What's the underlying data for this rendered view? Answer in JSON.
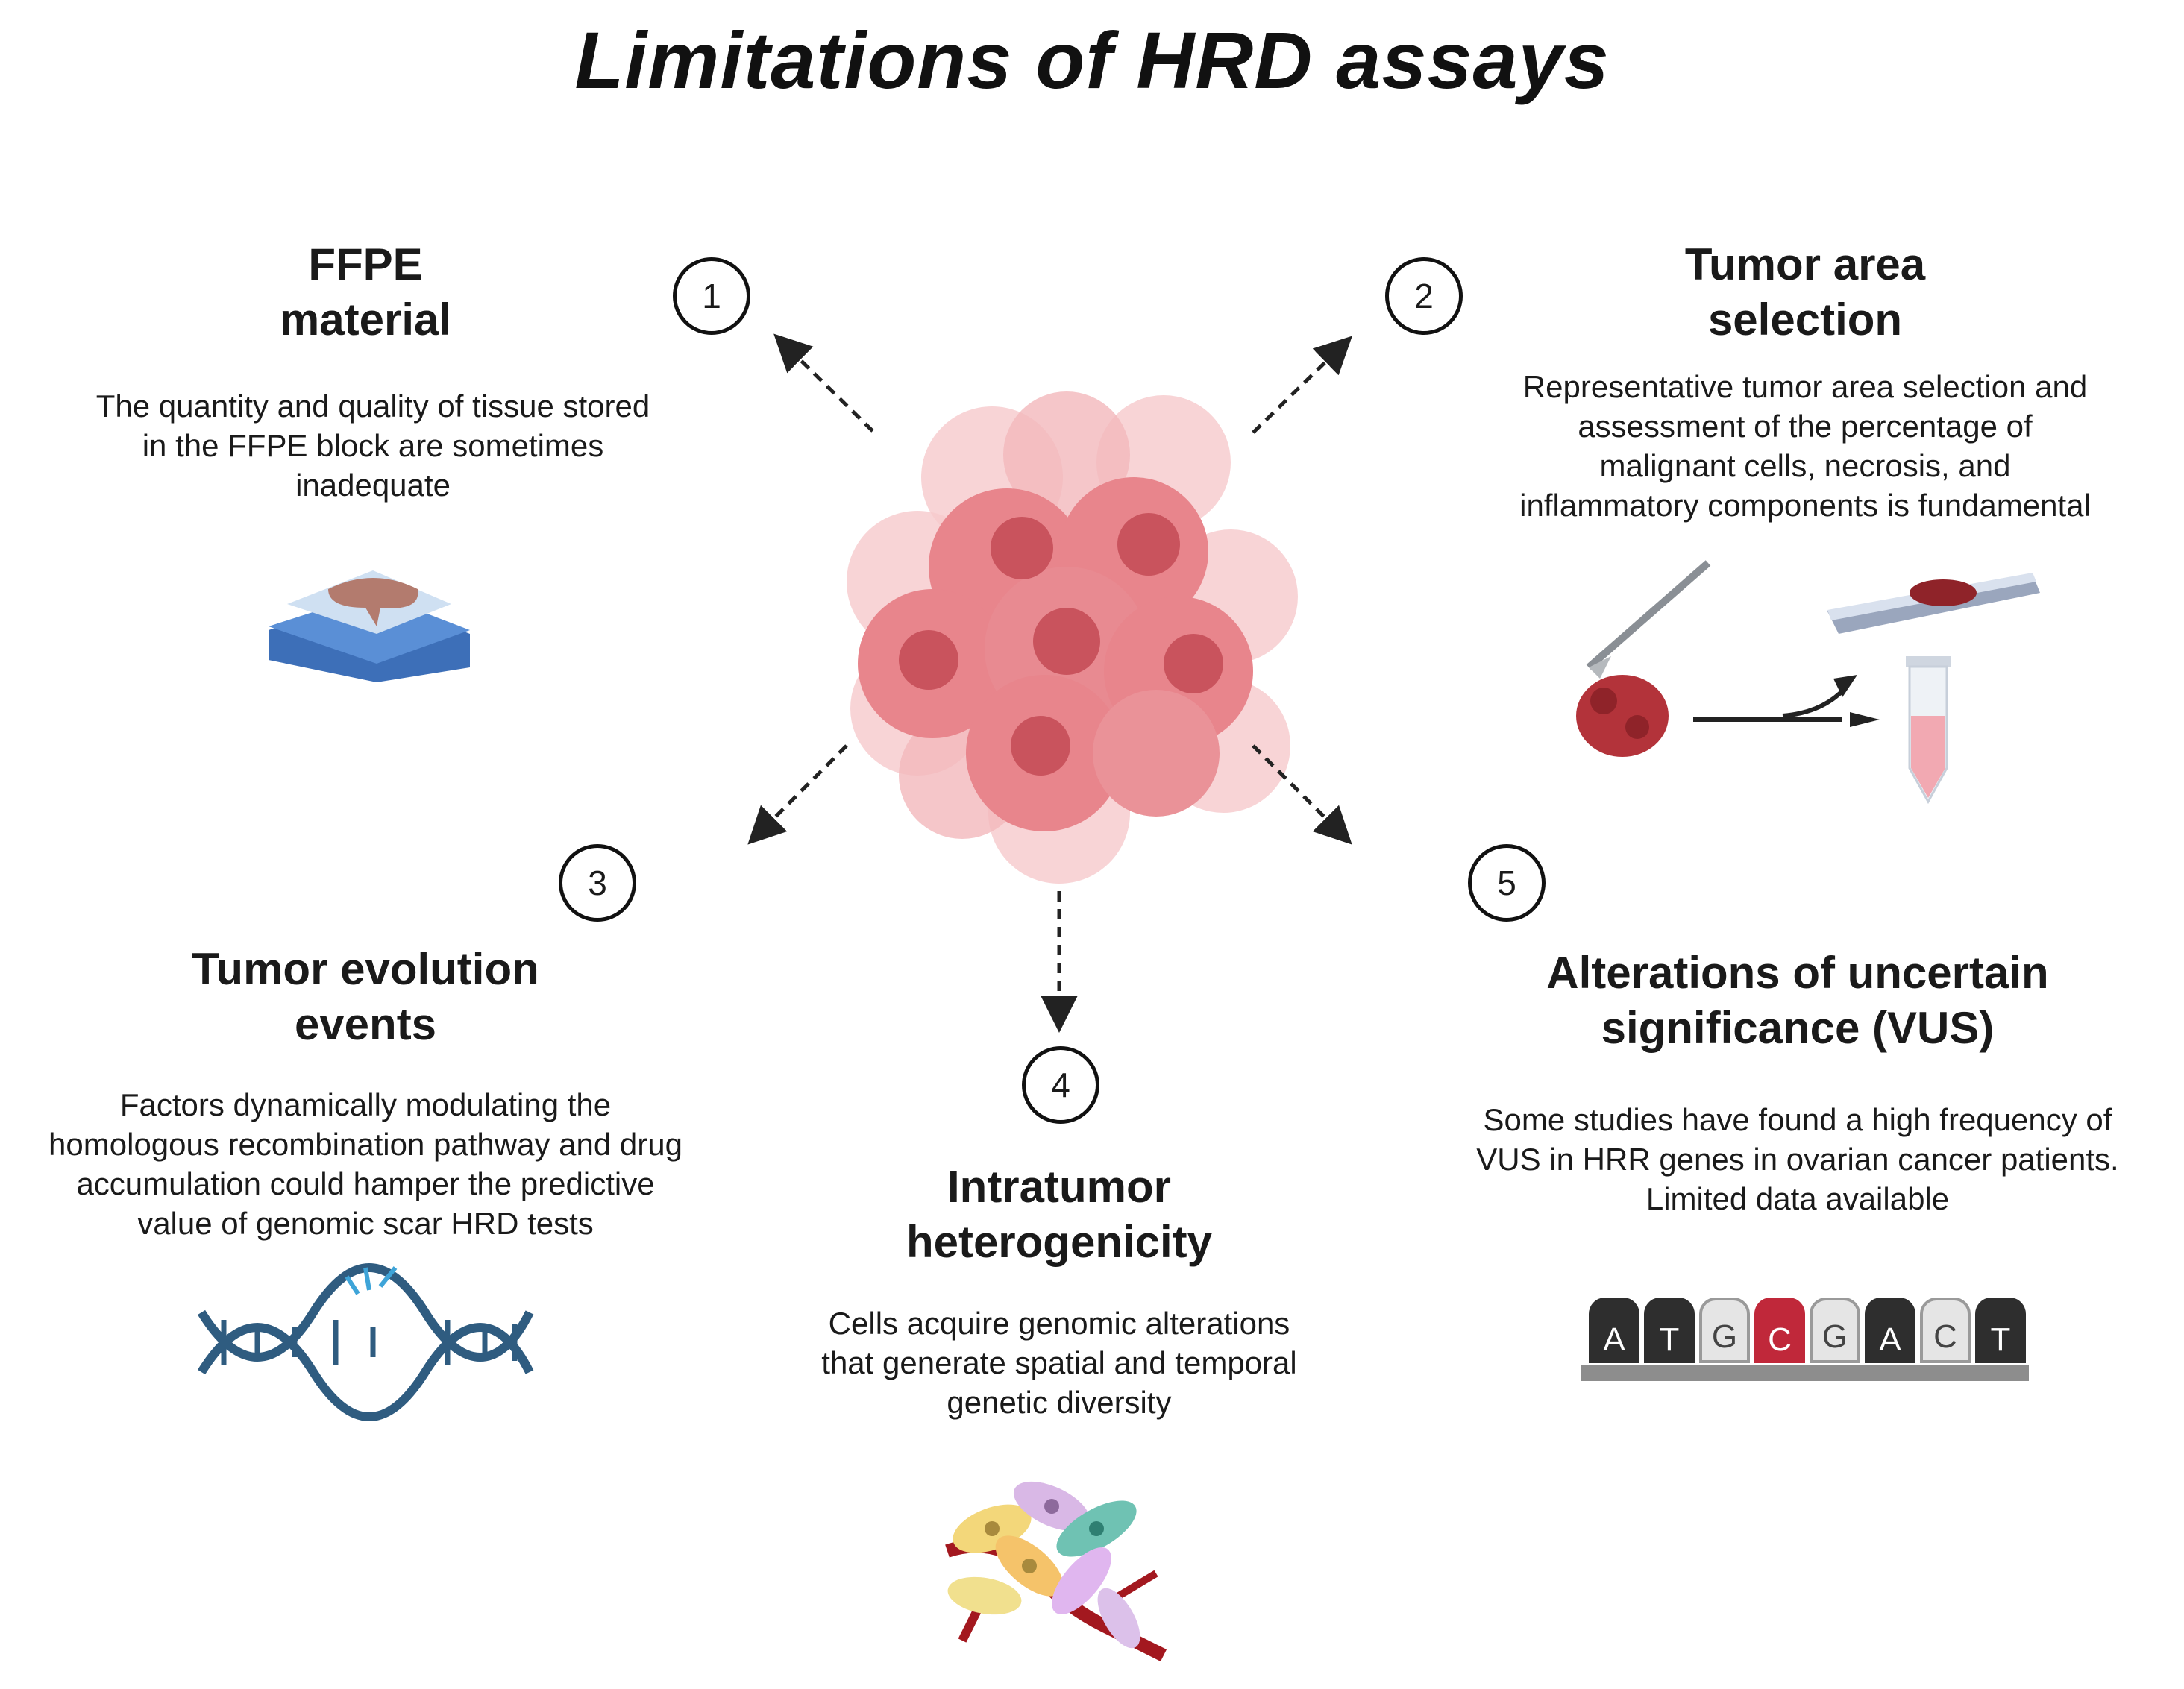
{
  "title": "Limitations of HRD assays",
  "items": [
    {
      "number": "1",
      "heading": "FFPE\nmaterial",
      "description": "The quantity and quality of tissue stored\nin the FFPE block are sometimes\ninadequate",
      "icon": "ffpe-block-icon"
    },
    {
      "number": "2",
      "heading": "Tumor area\nselection",
      "description": "Representative tumor area selection and\nassessment of the percentage of\nmalignant cells, necrosis, and\ninflammatory components is fundamental",
      "icon": "tumor-sampling-icon"
    },
    {
      "number": "3",
      "heading": "Tumor evolution\nevents",
      "description": "Factors dynamically modulating the\nhomologous recombination pathway and drug\naccumulation could hamper the predictive\nvalue of genomic scar HRD tests",
      "icon": "dna-helix-icon"
    },
    {
      "number": "4",
      "heading": "Intratumor\nheterogenicity",
      "description": "Cells acquire genomic alterations\nthat generate spatial and temporal\ngenetic diversity",
      "icon": "heterogeneous-cells-icon"
    },
    {
      "number": "5",
      "heading": "Alterations of uncertain\nsignificance (VUS)",
      "description": "Some studies have found a high frequency of\nVUS in HRR genes in ovarian cancer patients.\nLimited data available",
      "icon": "dna-sequence-icon"
    }
  ],
  "sequence_letters": [
    "A",
    "T",
    "G",
    "C",
    "G",
    "A",
    "C",
    "T"
  ],
  "colors": {
    "tumor": "#e8858c",
    "tumor_light": "#f6c9cc",
    "dna": "#2f5c80",
    "ffpe_block": "#5a8fd6",
    "tissue": "#b37b6e",
    "variant": "#c0283a"
  }
}
